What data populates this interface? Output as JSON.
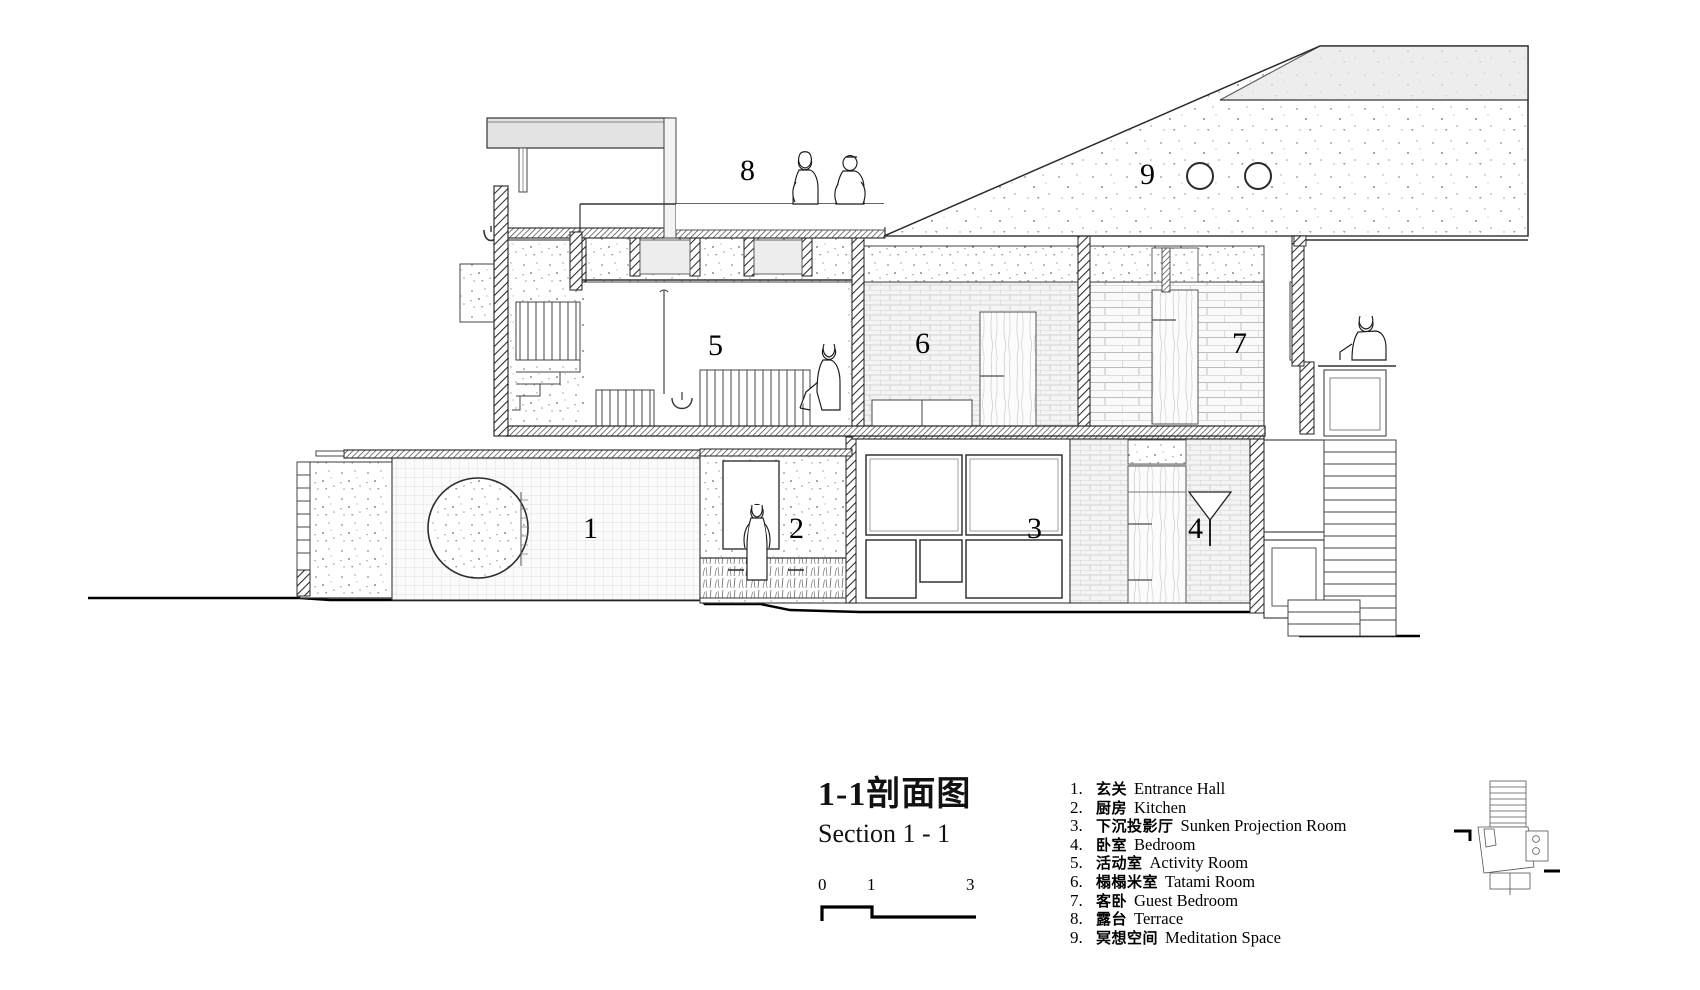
{
  "drawing": {
    "title_cn": "1-1剖面图",
    "title_en": "Section   1 - 1",
    "room_numbers": [
      "1",
      "2",
      "3",
      "4",
      "5",
      "6",
      "7",
      "8",
      "9"
    ]
  },
  "scale_bar": {
    "ticks": [
      "0",
      "1",
      "3"
    ]
  },
  "legend": {
    "items": [
      {
        "index": "1.",
        "cn": "玄关",
        "en": "Entrance Hall"
      },
      {
        "index": "2.",
        "cn": "厨房",
        "en": "Kitchen"
      },
      {
        "index": "3.",
        "cn": "下沉投影厅",
        "en": "Sunken Projection Room"
      },
      {
        "index": "4.",
        "cn": "卧室",
        "en": "Bedroom"
      },
      {
        "index": "5.",
        "cn": "活动室",
        "en": "Activity Room"
      },
      {
        "index": "6.",
        "cn": "榻榻米室",
        "en": "Tatami Room"
      },
      {
        "index": "7.",
        "cn": "客卧",
        "en": "Guest Bedroom"
      },
      {
        "index": "8.",
        "cn": "露台",
        "en": "Terrace"
      },
      {
        "index": "9.",
        "cn": "冥想空间",
        "en": "Meditation Space"
      }
    ]
  },
  "room_labels": {
    "n1": "1",
    "n2": "2",
    "n3": "3",
    "n4": "4",
    "n5": "5",
    "n6": "6",
    "n7": "7",
    "n8": "8",
    "n9": "9"
  },
  "colors": {
    "ink": "#1a1a1a",
    "line": "#333333",
    "hatch": "#555555",
    "fill_light": "#f2f2f2",
    "fill_grey": "#d9d9d9"
  }
}
